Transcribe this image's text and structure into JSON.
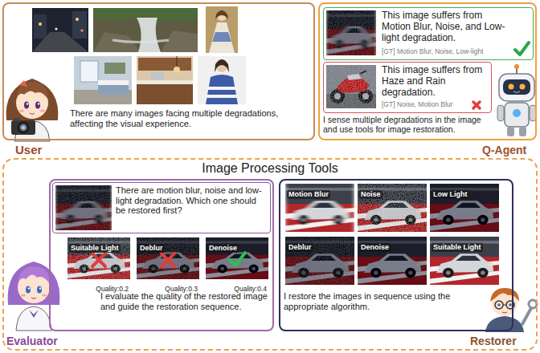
{
  "diagram": {
    "nodes": [
      {
        "text": [
          "There are many images facing multiple degradations, affecting the visual experience.",
          "User"
        ]
      },
      {
        "text": [
          "I sense multiple degradations in the image and use tools for image restoration.",
          "Q-Agent"
        ]
      },
      {
        "text": [
          "This image suffers from Motion Blur, Noise, and Low-light degradation.",
          "[GT] Motion Blur, Noise, Low-light"
        ],
        "in": 1
      },
      {
        "text": [
          "This image suffers from Haze and Rain degradation.",
          "[GT] Noise, Motion Blur"
        ],
        "in": 1
      },
      {
        "text": [
          "Image Processing Tools"
        ]
      },
      {
        "text": [
          "I evaluate the quality of the restored image and guide the restoration sequence.",
          "Evaluator"
        ],
        "in": 4
      },
      {
        "text": [
          "There are motion blur, noise and low-light degradation. Which one should be restored first?"
        ],
        "in": 5
      },
      {
        "text": [
          "I restore the images in sequence using the appropriate algorithm.",
          "Restorer"
        ],
        "in": 4
      }
    ],
    "labels": [
      "Suitable Light",
      "Quality:0.2",
      "Deblur",
      "Quality:0.3",
      "Denoise",
      "Quality:0.4",
      "Motion Blur",
      "Noise",
      "Low Light",
      "Deblur",
      "Denoise",
      "Suitable Light"
    ]
  }
}
